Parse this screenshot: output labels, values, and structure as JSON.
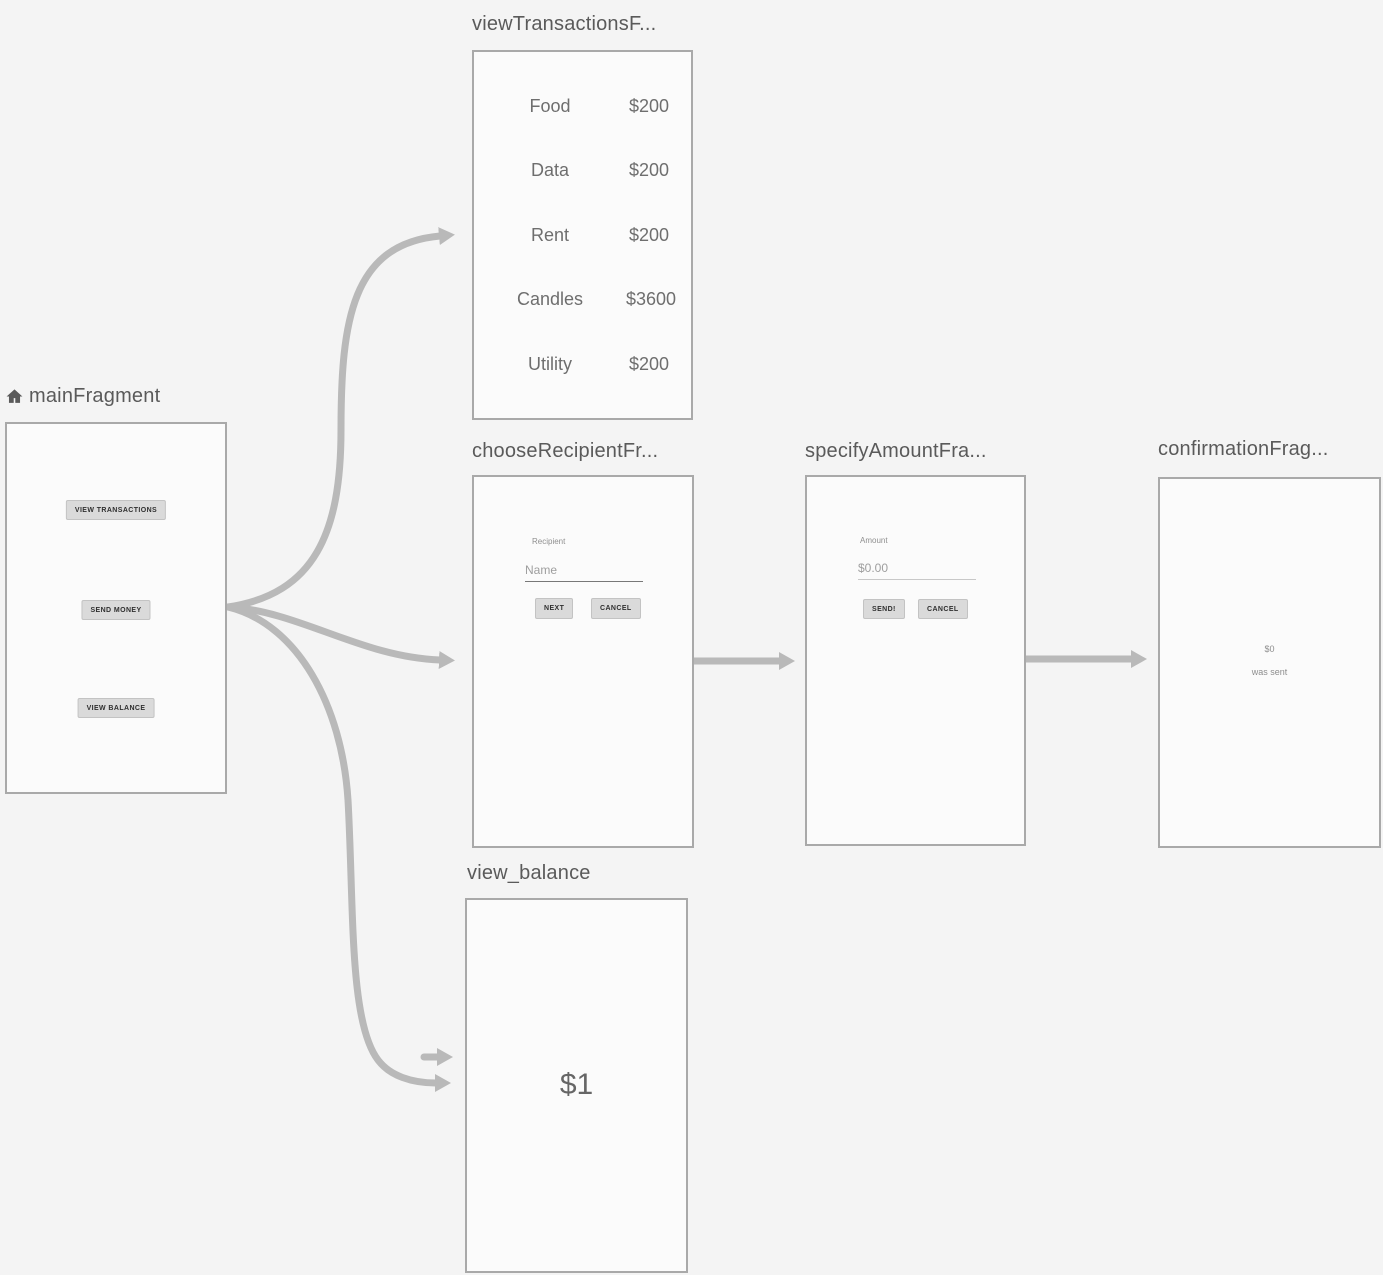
{
  "editor": {
    "background_color": "#f4f4f4",
    "card_background_color": "#fbfbfb",
    "card_border_color": "#a9a9a9",
    "arrow_color": "#b9b9b9"
  },
  "fragments": {
    "main": {
      "title": "mainFragment",
      "home_icon": "home-icon",
      "buttons": [
        "VIEW TRANSACTIONS",
        "SEND MONEY",
        "VIEW BALANCE"
      ]
    },
    "view_transactions": {
      "title": "viewTransactionsF...",
      "rows": [
        {
          "label": "Food",
          "amount": "$200"
        },
        {
          "label": "Data",
          "amount": "$200"
        },
        {
          "label": "Rent",
          "amount": "$200"
        },
        {
          "label": "Candles",
          "amount": "$3600"
        },
        {
          "label": "Utility",
          "amount": "$200"
        }
      ]
    },
    "choose_recipient": {
      "title": "chooseRecipientFr...",
      "field_label": "Recipient",
      "field_value": "Name",
      "next_button": "NEXT",
      "cancel_button": "CANCEL"
    },
    "specify_amount": {
      "title": "specifyAmountFra...",
      "field_label": "Amount",
      "field_value": "$0.00",
      "send_button": "SEND!",
      "cancel_button": "CANCEL"
    },
    "confirmation": {
      "title": "confirmationFrag...",
      "amount": "$0",
      "message": "was sent"
    },
    "view_balance": {
      "title": "view_balance",
      "balance": "$1"
    }
  }
}
